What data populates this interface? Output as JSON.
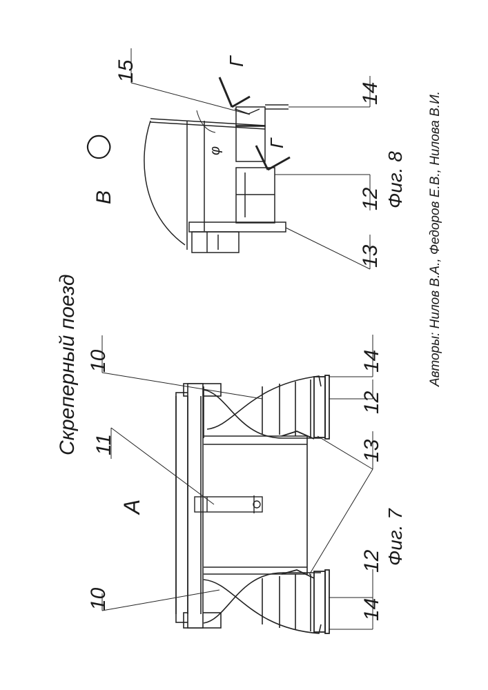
{
  "title": "Скреперный поезд",
  "figures": [
    {
      "caption": "Фиг. 7",
      "view_label": "А",
      "callouts": [
        "10",
        "11",
        "10",
        "14",
        "12",
        "13",
        "12",
        "14"
      ]
    },
    {
      "caption": "Фиг. 8",
      "view_label": "В",
      "rotation_symbol": "◯",
      "angle_label": "φ",
      "section_label": "Г",
      "callouts": [
        "15",
        "14",
        "12",
        "13"
      ]
    }
  ],
  "authors": "Авторы: Нилов В.А., Федоров Е.В., Нилова В.И."
}
